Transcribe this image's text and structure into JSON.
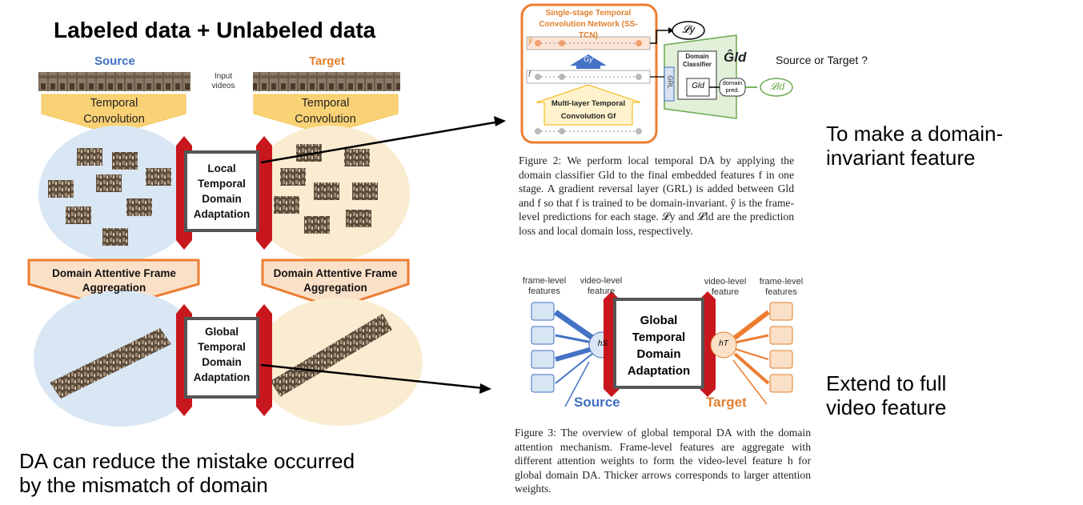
{
  "colors": {
    "source_blue": "#3f6fc0",
    "target_orange": "#e0802e",
    "adapt_red": "#c8161d",
    "blob_blue": "#d9e7f5",
    "blob_yellow": "#f9ecd0",
    "green": "#6aa84f"
  },
  "left_panel": {
    "heading": "Labeled data + Unlabeled data",
    "source_label": "Source",
    "target_label": "Target",
    "input_videos_label": "Input videos",
    "temporal_conv_left": "Temporal Convolution",
    "temporal_conv_right": "Temporal Convolution",
    "local_box": "Local Temporal Domain Adaptation",
    "attn_left": "Domain Attentive Frame Aggregation",
    "attn_right": "Domain Attentive Frame Aggregation",
    "global_box": "Global Temporal Domain Adaptation",
    "bottom_text_line1": "DA can reduce the mistake occurred",
    "bottom_text_line2": "by the mismatch of domain"
  },
  "figure2": {
    "sstcn_title": "Single-stage Temporal Convolution Network (SS-TCN)",
    "loss_y": "𝓛y",
    "gy_label": "Gy",
    "y_hat": "ŷ",
    "f_label": "f",
    "mltc_label": "Multi-layer Temporal Convolution Gf",
    "grl_label": "GRL",
    "domain_classifier": "Domain Classifier",
    "g_ld_big": "Ĝld",
    "g_ld_small": "Gld",
    "domain_pred": "domain pred.",
    "loss_ld": "𝓛ld",
    "source_or_target": "Source or Target ?",
    "caption": "Figure 2: We perform local temporal DA by applying the domain classifier Gld to the final embedded features f in one stage. A gradient reversal layer (GRL) is added between Gld and f so that f is trained to be domain-invariant. ŷ is the frame-level predictions for each stage. 𝓛y and 𝓛ld are the prediction loss and local domain loss, respectively."
  },
  "note1": "To make a domain-invariant feature",
  "figure3": {
    "frame_level_left": "frame-level features",
    "video_level_left": "video-level feature",
    "video_level_right": "video-level feature",
    "frame_level_right": "frame-level features",
    "hs": "hS",
    "ht": "hT",
    "global_box": "Global Temporal Domain Adaptation",
    "source": "Source",
    "target": "Target",
    "caption": "Figure 3: The overview of global temporal DA with the domain attention mechanism. Frame-level features are aggregate with different attention weights to form the video-level feature h for global domain DA. Thicker arrows corresponds to larger attention weights."
  },
  "note2_line1": "Extend to full",
  "note2_line2": "video feature"
}
